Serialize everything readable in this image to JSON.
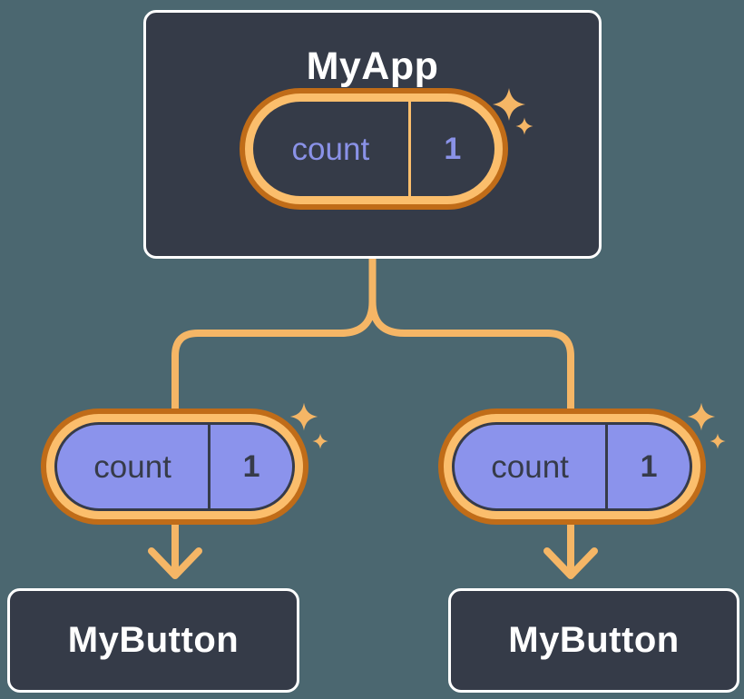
{
  "colors": {
    "page-bg": "#4B6770",
    "node-bg": "#353B48",
    "node-border": "#FFFFFF",
    "node-text": "#FFFFFF",
    "orange-dark": "#C06C18",
    "orange-light": "#FBBE6C",
    "orange-line": "#F5B666",
    "purple-fill": "#8B93EC",
    "purple-text": "#8A92E8",
    "ink-dark": "#363B49"
  },
  "diagram": {
    "root": {
      "title": "MyApp",
      "state": {
        "label": "count",
        "value": "1"
      }
    },
    "children": [
      {
        "title": "MyButton",
        "prop": {
          "label": "count",
          "value": "1"
        }
      },
      {
        "title": "MyButton",
        "prop": {
          "label": "count",
          "value": "1"
        }
      }
    ]
  }
}
